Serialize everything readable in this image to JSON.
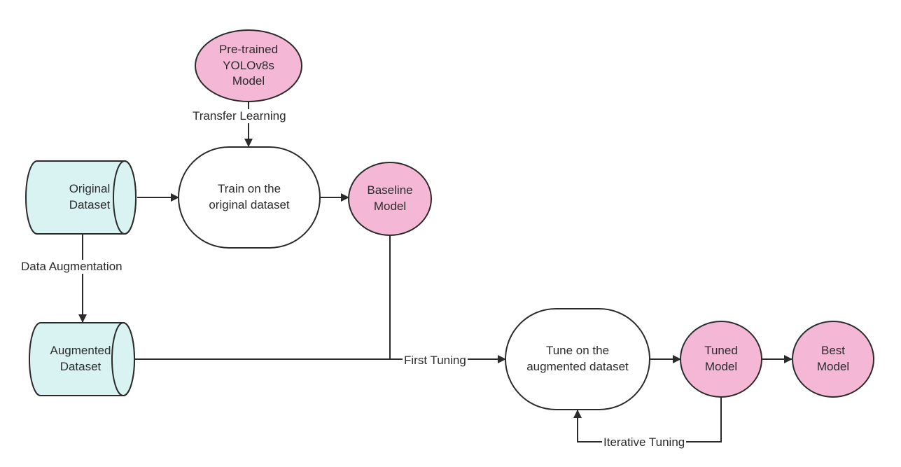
{
  "colors": {
    "cylinder_fill": "#d9f3f3",
    "model_fill": "#f4b8d6",
    "process_fill": "#ffffff",
    "stroke": "#2b2b2b"
  },
  "nodes": {
    "pretrained": "Pre-trained\nYOLOv8s\nModel",
    "original_dataset": "Original\nDataset",
    "train_original": "Train on the\noriginal dataset",
    "baseline_model": "Baseline\nModel",
    "augmented_dataset": "Augmented\nDataset",
    "tune_augmented": "Tune on the\naugmented dataset",
    "tuned_model": "Tuned\nModel",
    "best_model": "Best\nModel"
  },
  "edges": {
    "transfer_learning": "Transfer Learning",
    "data_augmentation": "Data Augmentation",
    "first_tuning": "First Tuning",
    "iterative_tuning": "Iterative Tuning"
  }
}
